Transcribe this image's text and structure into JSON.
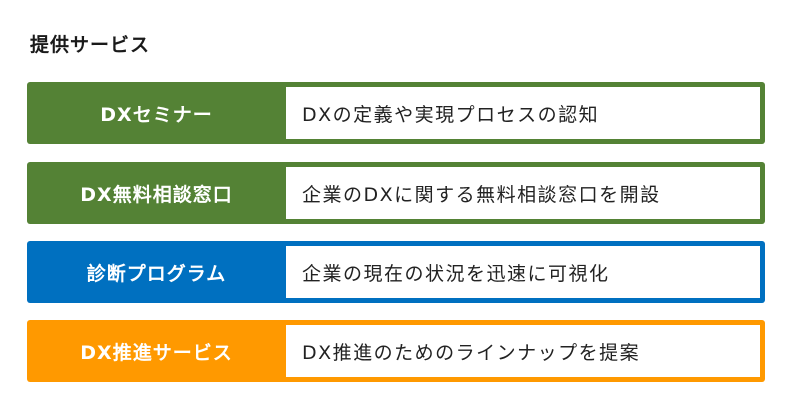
{
  "title": "提供サービス",
  "services": [
    {
      "name": "DXセミナー",
      "description": "DXの定義や実現プロセスの認知",
      "color": "#548235"
    },
    {
      "name": "DX無料相談窓口",
      "description": "企業のDXに関する無料相談窓口を開設",
      "color": "#548235"
    },
    {
      "name": "診断プログラム",
      "description": "企業の現在の状況を迅速に可視化",
      "color": "#0070C0"
    },
    {
      "name": "DX推進サービス",
      "description": "DX推進のためのラインナップを提案",
      "color": "#FF9900"
    }
  ]
}
